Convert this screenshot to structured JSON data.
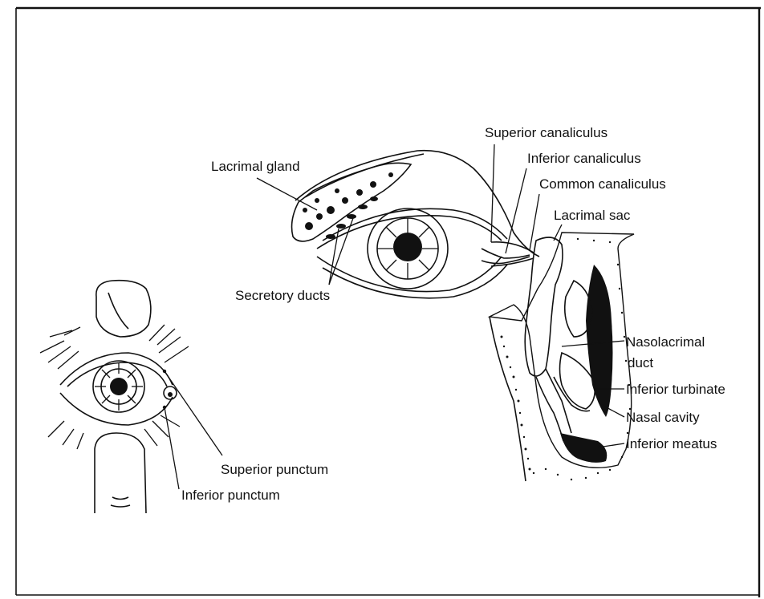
{
  "labels": {
    "lacrimal_gland": "Lacrimal gland",
    "secretory_ducts": "Secretory ducts",
    "superior_canaliculus": "Superior canaliculus",
    "inferior_canaliculus": "Inferior canaliculus",
    "common_canaliculus": "Common canaliculus",
    "lacrimal_sac": "Lacrimal sac",
    "nasolacrimal_duct_line1": "Nasolacrimal",
    "nasolacrimal_duct_line2": "duct",
    "inferior_turbinate": "Inferior turbinate",
    "nasal_cavity": "Nasal cavity",
    "inferior_meatus": "Inferior meatus",
    "superior_punctum": "Superior punctum",
    "inferior_punctum": "Inferior punctum"
  }
}
